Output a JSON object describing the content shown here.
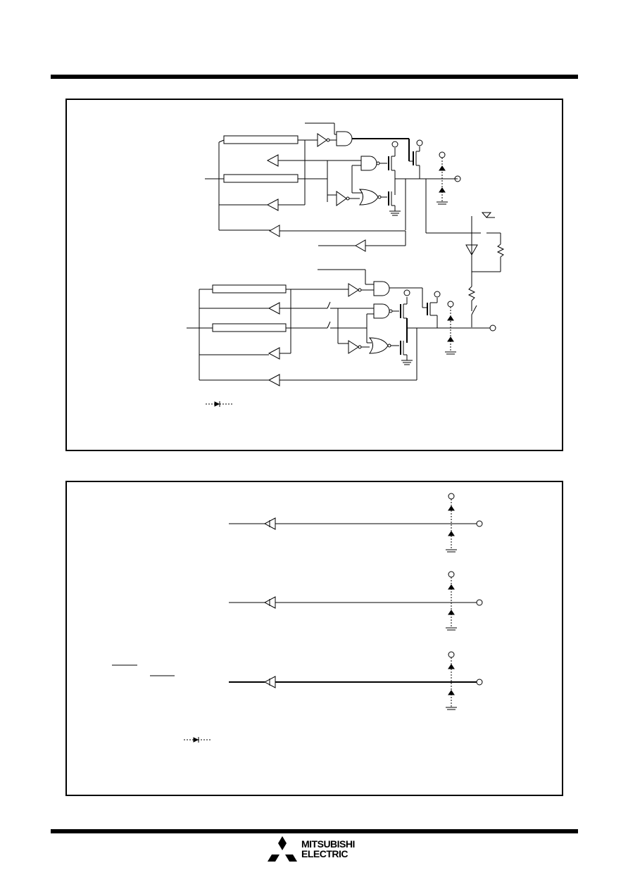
{
  "brand": {
    "line1": "MITSUBISHI",
    "line2": "ELECTRIC",
    "logo_icon": "three-diamonds-icon",
    "color": "#000000"
  },
  "figures": [
    {
      "panel": "port-io-circuits",
      "content": "schematic",
      "labels": []
    },
    {
      "panel": "input-only-circuits",
      "content": "schematic",
      "labels": []
    }
  ]
}
